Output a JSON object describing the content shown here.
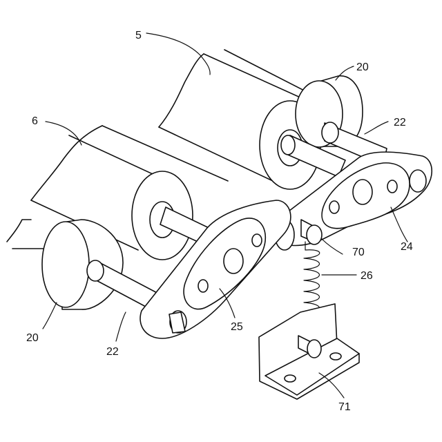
{
  "labels": {
    "belt_upper": "5",
    "belt_lower": "6",
    "roller_right": "20",
    "roller_left": "20",
    "shaft_right": "22",
    "shaft_left": "22",
    "link_right": "24",
    "link_left": "25",
    "spring": "26",
    "pin": "70",
    "bracket": "71"
  }
}
